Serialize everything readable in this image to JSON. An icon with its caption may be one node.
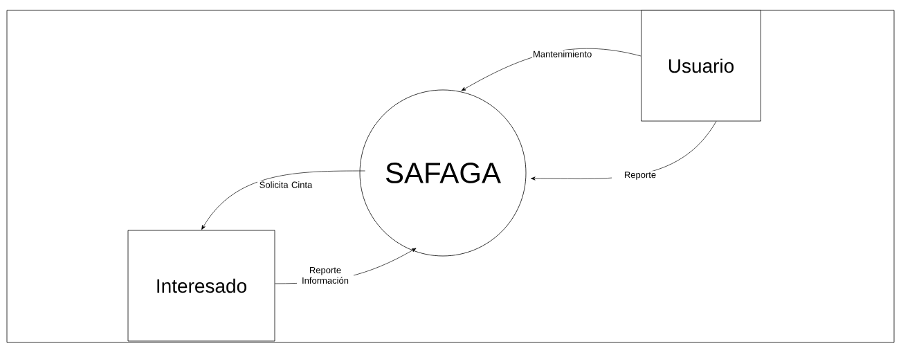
{
  "diagram": {
    "nodes": [
      {
        "text": [
          "Usuario"
        ]
      },
      {
        "text": [
          "SAFAGA"
        ]
      },
      {
        "text": [
          "Interesado"
        ]
      }
    ],
    "edges": [
      {
        "from": 0,
        "to": 1,
        "arrow": "to",
        "label": "Mantenimiento"
      },
      {
        "from": 0,
        "to": 1,
        "arrow": "to",
        "label": "Reporte"
      },
      {
        "from": 1,
        "to": 2,
        "arrow": "to",
        "label": "Solicita Cinta"
      },
      {
        "from": 2,
        "to": 1,
        "arrow": "to",
        "label": "Reporte Información"
      }
    ]
  }
}
